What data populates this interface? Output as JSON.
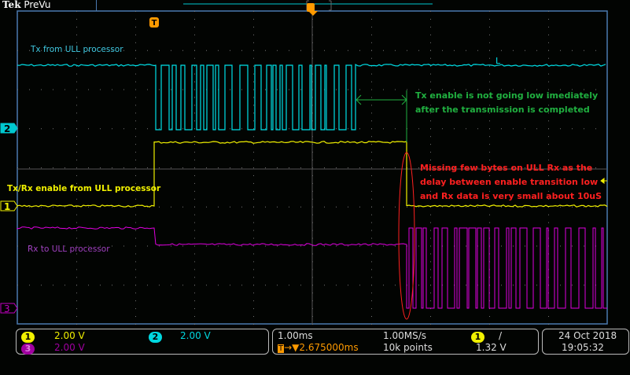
{
  "brand": {
    "logo": "Tek",
    "mode": "PreVu"
  },
  "traces": [
    {
      "channel": "2",
      "label": "Tx from ULL processor",
      "color": "#00e0e8"
    },
    {
      "channel": "1",
      "label": "Tx/Rx enable from ULL processor",
      "color": "#f0f000"
    },
    {
      "channel": "3",
      "label": "Rx to ULL processor",
      "color": "#e000e0"
    }
  ],
  "annotations": {
    "green_line1": "Tx enable is not going low imediately",
    "green_line2": "after the transmission is completed",
    "red_line1": "Missing few bytes on ULL Rx as the",
    "red_line2": "delay between enable transition low",
    "red_line3": "and Rx data is very small about 10uS",
    "green_color": "#20b040",
    "red_color": "#ff2020"
  },
  "markers": {
    "trigger": "T",
    "level_marker": "L"
  },
  "status": {
    "ch1": {
      "num": "1",
      "scale": "2.00 V"
    },
    "ch2": {
      "num": "2",
      "scale": "2.00 V"
    },
    "ch3": {
      "num": "3",
      "scale": "2.00 V"
    },
    "timebase": "1.00ms",
    "sample_rate": "1.00MS/s",
    "trigger_delay": "2.675000ms",
    "record_length": "10k points",
    "trigger_source": "1",
    "trigger_slope": "/",
    "trigger_level": "1.32 V",
    "date": "24 Oct  2018",
    "time": "19:05:32"
  }
}
